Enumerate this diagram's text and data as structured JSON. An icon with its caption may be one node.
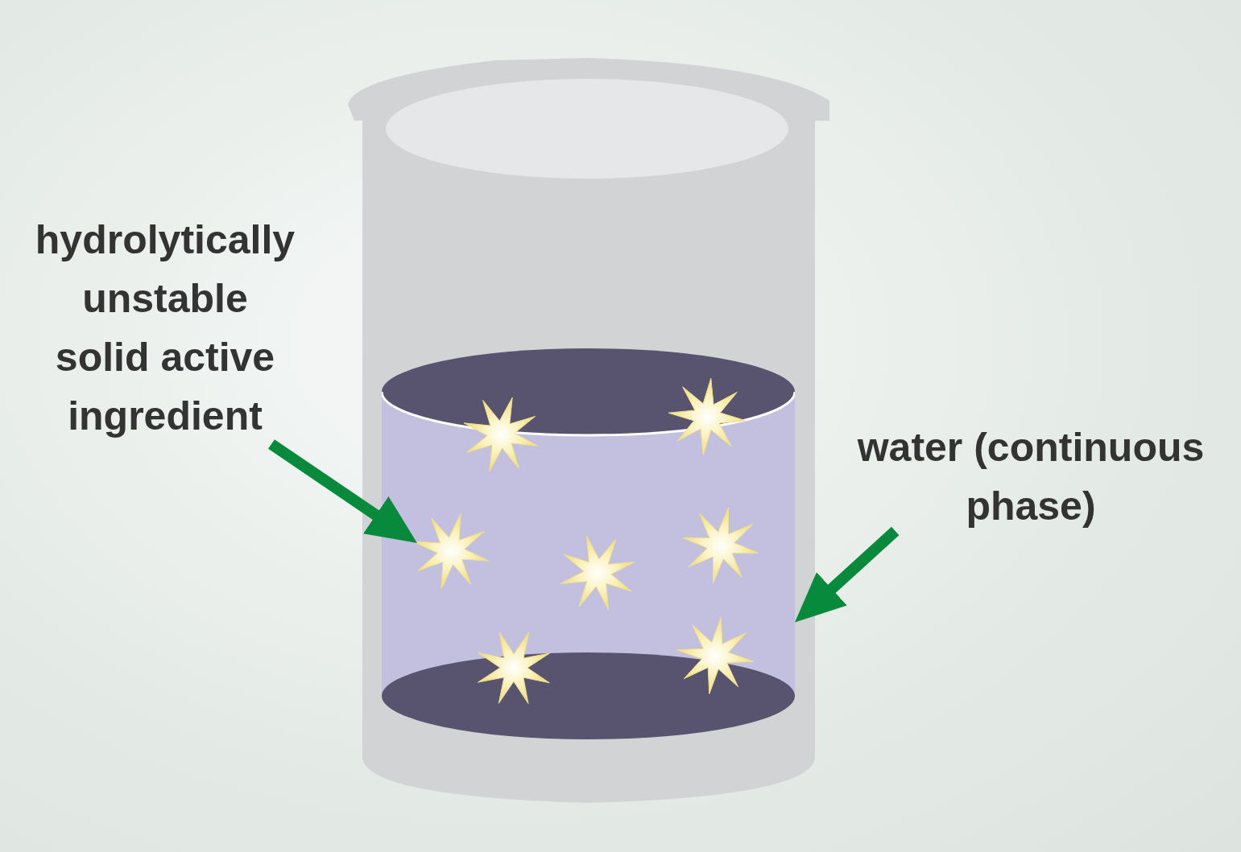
{
  "diagram": {
    "nodes": [
      {
        "text": [
          "hydrolytically unstable solid active ingredient"
        ]
      },
      {
        "text": [
          "water (continuous phase)"
        ]
      },
      {
        "text": [],
        "shape": "cylinder"
      },
      {
        "text": [],
        "shape": "star",
        "in": 2
      },
      {
        "text": [],
        "shape": "star",
        "in": 2
      },
      {
        "text": [],
        "shape": "star",
        "in": 2
      },
      {
        "text": [],
        "shape": "star",
        "in": 2
      },
      {
        "text": [],
        "shape": "star",
        "in": 2
      },
      {
        "text": [],
        "shape": "star",
        "in": 2
      },
      {
        "text": [],
        "shape": "star",
        "in": 2
      }
    ],
    "edges": [
      {
        "from": 0,
        "to": 5,
        "arrow": "to"
      },
      {
        "from": 1,
        "to": 2,
        "arrow": "to"
      }
    ]
  }
}
